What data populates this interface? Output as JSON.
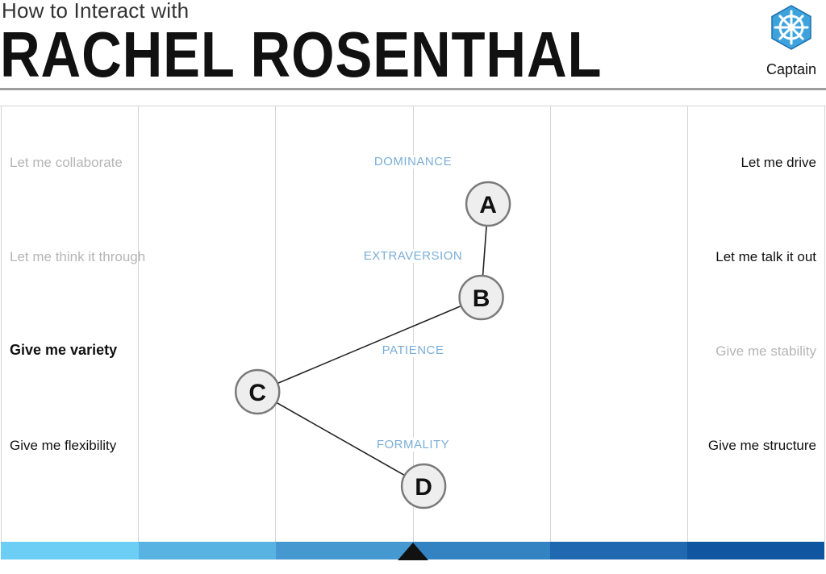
{
  "header": {
    "subtitle": "How to Interact with",
    "name": "RACHEL ROSENTHAL",
    "logo_label": "Captain",
    "logo_icon": "ship-wheel-icon"
  },
  "rows": [
    {
      "key": "A",
      "left": "Let me collaborate",
      "trait": "DOMINANCE",
      "right": "Let me drive",
      "emphasis": "right"
    },
    {
      "key": "B",
      "left": "Let me think it through",
      "trait": "EXTRAVERSION",
      "right": "Let me talk it out",
      "emphasis": "right"
    },
    {
      "key": "C",
      "left": "Give me variety",
      "trait": "PATIENCE",
      "right": "Give me stability",
      "emphasis": "left-strong"
    },
    {
      "key": "D",
      "left": "Give me flexibility",
      "trait": "FORMALITY",
      "right": "Give me structure",
      "emphasis": "both"
    }
  ],
  "scale": {
    "min": -3,
    "max": 3,
    "values": {
      "A": 0.55,
      "B": 0.5,
      "C": -1.13,
      "D": 0.08
    }
  },
  "colors": {
    "trait_text": "#7aaed6",
    "node_fill": "#eeeeee",
    "node_stroke": "#7a7a7a",
    "bar": [
      "#6ccdf5",
      "#58b2e2",
      "#4599d0",
      "#3383c2",
      "#2069b0",
      "#0f559f"
    ],
    "pointer": "#111111"
  }
}
